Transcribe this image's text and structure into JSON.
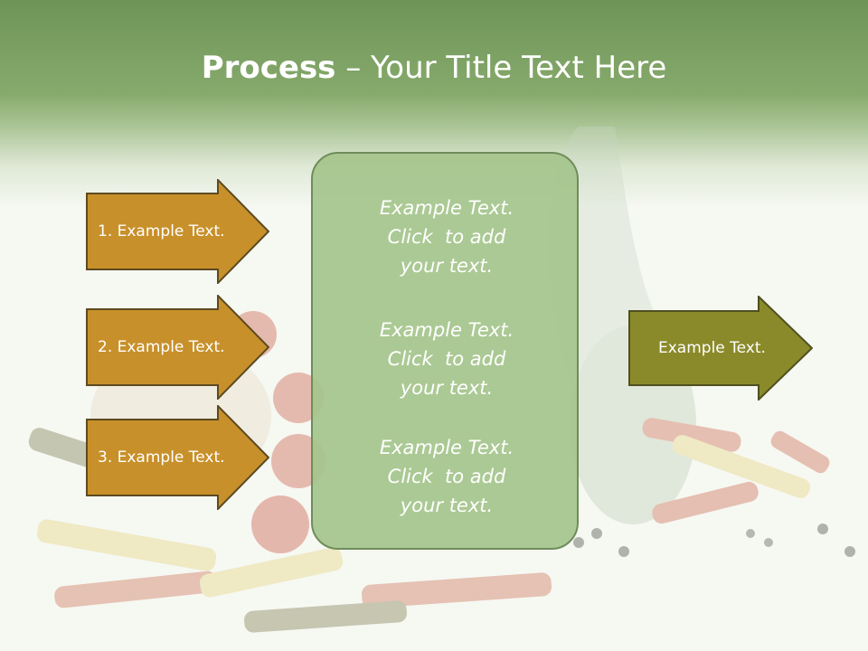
{
  "title": {
    "bold": "Process",
    "rest": " – Your Title Text Here"
  },
  "colors": {
    "header_green": "#7ea365",
    "arrow_orange": "#c8902a",
    "arrow_olive": "#8a8a2a",
    "box_green": "#a4c48c"
  },
  "left_arrows": [
    {
      "label": "1. Example Text."
    },
    {
      "label": "2. Example Text."
    },
    {
      "label": "3. Example Text."
    }
  ],
  "center_box": {
    "blocks": [
      {
        "lines": [
          "Example Text.",
          "Click  to add",
          "your text."
        ]
      },
      {
        "lines": [
          "Example Text.",
          "Click  to add",
          "your text."
        ]
      },
      {
        "lines": [
          "Example Text.",
          "Click  to add",
          "your text."
        ]
      }
    ]
  },
  "right_arrow": {
    "label": "Example Text."
  }
}
